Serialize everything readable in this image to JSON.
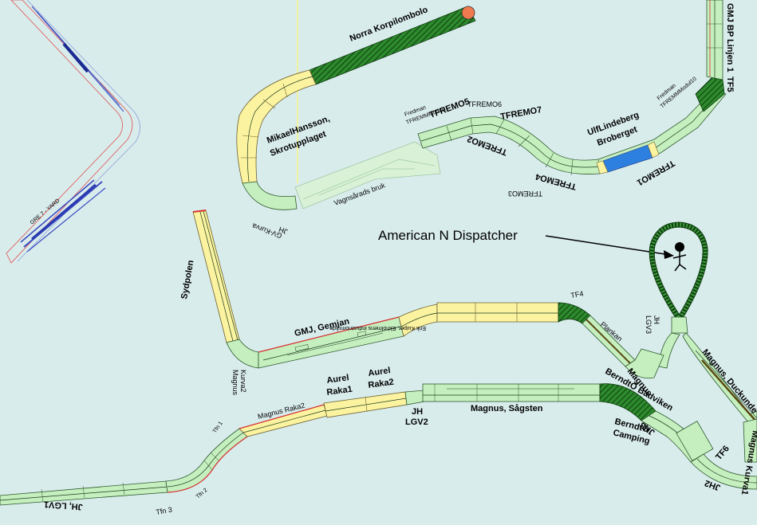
{
  "title": "American N Dispatcher",
  "colors": {
    "background": "#d9ecec",
    "module_green": "#c6efc0",
    "module_yellow": "#fbf3a0",
    "module_hatch": "#2d8a2d",
    "accent_blue": "#2e80e0",
    "red_edge": "#d83030",
    "pale_module": "#d8f3d4"
  },
  "labels": {
    "norra": "Norra Korpilombolo",
    "mikael": "MikaelHansson,",
    "skrot": "Skrotupplaget",
    "jhgv": "JH",
    "gvkurva": "GV-Kurva",
    "vagnsarads": "Vagnsårads bruk",
    "fredman1": "Fredman",
    "fredman1b": "TFREMMModul1",
    "tfremo5": "TFREMO5",
    "tfremo6": "TFREMO6",
    "tfremo7": "TFREMO7",
    "tfremo2": "TFREMO2",
    "tfremo3": "TFREMO3",
    "tfremo4": "TFREMO4",
    "tfremo1": "TFREMO1",
    "ulf": "UlfLindeberg",
    "broberget": "Broberget",
    "fredman2": "Fredman",
    "fredman2b": "TFREMMModul10",
    "gmjbp": "GMJ BP Linjen 1",
    "tf5": "TF5",
    "sydpolen": "Sydpolen",
    "gemjan": "GMJ, Gemjan",
    "kuiper": "Erik Kuiper, Ekholmens industriområde",
    "tf4": "TF4",
    "plankan": "Plankan",
    "jh_lgv3a": "JH",
    "jh_lgv3b": "LGV3",
    "duckunde": "Magnus, Duckunde",
    "magnus_kurva2a": "Magnus",
    "magnus_kurva2b": "Kurva2",
    "aurel1a": "Aurel",
    "aurel1b": "Raka1",
    "aurel2a": "Aurel",
    "aurel2b": "Raka2",
    "magnus_raka2": "Magnus Raka2",
    "jh_lgv2a": "JH",
    "jh_lgv2b": "LGV2",
    "sagsten": "Magnus, Sågsten",
    "berndt_badviken": "BerndtÖ Badviken",
    "magnus_overlap": "Magnus",
    "berndt_camping_a": "BerndtÖ",
    "berndt_camping_b": "Camping",
    "jh3": "JH3",
    "tf6": "TF6",
    "jh2": "JH2",
    "magnus_kurva1": "Magnus Kurva1",
    "tfn1": "Tfn 1",
    "tfn2": "Tfn 2",
    "tfn3": "Tfn 3",
    "jh_lgv1": "JH, LGV1",
    "yard_label": "GRE 7 - YARD"
  }
}
